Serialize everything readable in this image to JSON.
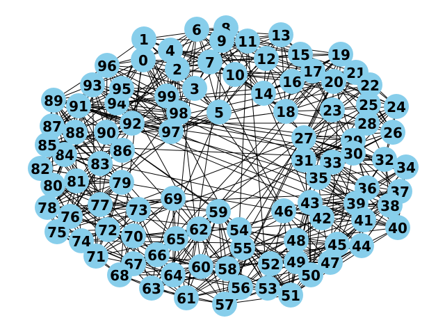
{
  "graph": {
    "node_color": "#87ceeb",
    "edge_color": "#000000",
    "label_color": "#000000",
    "nodes": [
      "0",
      "1",
      "2",
      "3",
      "4",
      "5",
      "6",
      "7",
      "8",
      "9",
      "10",
      "11",
      "12",
      "13",
      "14",
      "15",
      "16",
      "17",
      "18",
      "19",
      "20",
      "21",
      "22",
      "23",
      "24",
      "25",
      "26",
      "27",
      "28",
      "29",
      "30",
      "31",
      "32",
      "33",
      "34",
      "35",
      "36",
      "37",
      "38",
      "39",
      "40",
      "41",
      "42",
      "43",
      "44",
      "45",
      "46",
      "47",
      "48",
      "49",
      "50",
      "51",
      "52",
      "53",
      "54",
      "55",
      "56",
      "57",
      "58",
      "59",
      "60",
      "61",
      "62",
      "63",
      "64",
      "65",
      "66",
      "67",
      "68",
      "69",
      "70",
      "71",
      "72",
      "73",
      "74",
      "75",
      "76",
      "77",
      "78",
      "79",
      "80",
      "81",
      "82",
      "83",
      "84",
      "85",
      "86",
      "87",
      "88",
      "89",
      "90",
      "91",
      "92",
      "93",
      "94",
      "95",
      "96",
      "97",
      "98",
      "99"
    ]
  }
}
